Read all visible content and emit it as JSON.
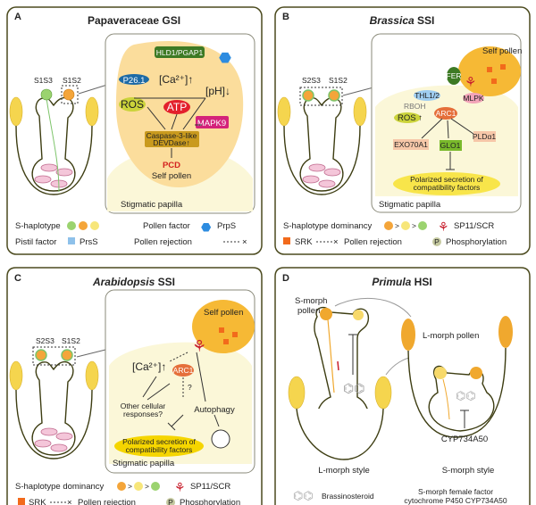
{
  "colors": {
    "panel_border": "#4b4a1e",
    "papilla": "#fbf7d8",
    "pollen": "#f6b935",
    "srk": "#f26a1b",
    "prss": "#8ec1ea",
    "mapk9": "#d4237a",
    "atp": "#e3202c",
    "ros": "#cbd33a",
    "p26": "#1c6aa6",
    "hld1": "#3d7a24",
    "arc1": "#e56f3a",
    "glo1": "#79b92b",
    "exo": "#f6c7a8"
  },
  "panelA": {
    "letter": "A",
    "title": "Papaveraceae GSI",
    "female": "S1S3",
    "male": "S1S2",
    "hld1": "HLD1/PGAP1",
    "p26": "P26.1",
    "ca": "[Ca²⁺]↑",
    "ph": "[pH]↓",
    "ros": "ROS",
    "atp": "ATP",
    "mapk9": "MAPK9",
    "caspase1": "Caspase-3-like",
    "caspase2": "DEVDase↑",
    "pcd": "PCD",
    "self_pollen": "Self pollen",
    "papilla": "Stigmatic papilla",
    "legend": {
      "shaplotype": "S-haplotype",
      "pollen_factor": "Pollen factor",
      "prps": "PrpS",
      "pistil_factor": "Pistil factor",
      "prss": "PrsS",
      "rejection": "Pollen rejection"
    }
  },
  "panelB": {
    "letter": "B",
    "title_italic": "Brassica",
    "title_rest": " SSI",
    "female": "S2S3",
    "male": "S1S2",
    "self_pollen": "Self pollen",
    "fer": "FER",
    "rboh": "RBOH",
    "thl": "THL1/2",
    "mlpk": "MLPK",
    "arc1": "ARC1",
    "ros": "ROS ↑",
    "exo": "EXO70A1",
    "glo1": "GLO1",
    "pld": "PLDα1",
    "secretion1": "Polarized secretion of",
    "secretion2": "compatibility factors",
    "papilla": "Stigmatic papilla",
    "legend": {
      "dominancy": "S-haplotype dominancy",
      "sp11": "SP11/SCR",
      "srk": "SRK",
      "rejection": "Pollen rejection",
      "phos": "Phosphorylation",
      "p": "P"
    }
  },
  "panelC": {
    "letter": "C",
    "title_italic": "Arabidopsis",
    "title_rest": " SSI",
    "female": "S2S3",
    "male": "S1S2",
    "self_pollen": "Self pollen",
    "ca": "[Ca²⁺]↑",
    "arc1": "ARC1",
    "q": "?",
    "other1": "Other cellular",
    "other2": "responses?",
    "autophagy": "Autophagy",
    "secretion1": "Polarized secretion of",
    "secretion2": "compatibility factors",
    "papilla": "Stigmatic papilla",
    "legend": {
      "dominancy": "S-haplotype dominancy",
      "sp11": "SP11/SCR",
      "srk": "SRK",
      "rejection": "Pollen rejection",
      "phos": "Phosphorylation",
      "p": "P"
    }
  },
  "panelD": {
    "letter": "D",
    "title_italic": "Primula",
    "title_rest": " HSI",
    "smorph_pollen1": "S-morph",
    "smorph_pollen2": "pollen",
    "lmorph_pollen": "L-morph pollen",
    "cyp": "CYP734A50",
    "lstyle": "L-morph style",
    "sstyle": "S-morph style",
    "brassino": "Brassinosteroid",
    "female1": "S-morph female factor",
    "female2": "cytochrome P450 CYP734A50"
  }
}
